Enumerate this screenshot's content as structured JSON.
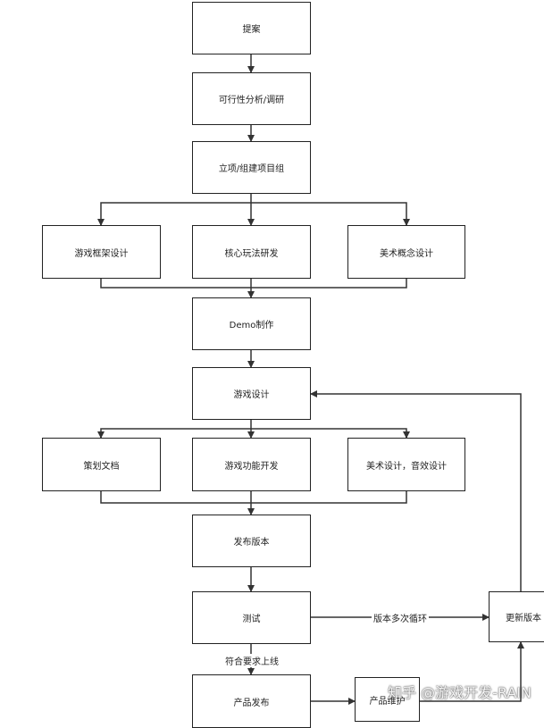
{
  "nodes": {
    "proposal": "提案",
    "feasibility": "可行性分析/调研",
    "project_setup": "立项/组建项目组",
    "framework_design": "游戏框架设计",
    "core_gameplay": "核心玩法研发",
    "art_concept": "美术概念设计",
    "demo": "Demo制作",
    "game_design": "游戏设计",
    "planning_doc": "策划文档",
    "feature_dev": "游戏功能开发",
    "art_audio": "美术设计，音效设计",
    "release_version": "发布版本",
    "testing": "测试",
    "update_version": "更新版本",
    "product_launch": "产品发布",
    "maintenance": "产品维护"
  },
  "edge_labels": {
    "loop": "版本多次循环",
    "meets_requirements": "符合要求上线"
  },
  "watermark": "知乎 @游戏开发-RAIN"
}
